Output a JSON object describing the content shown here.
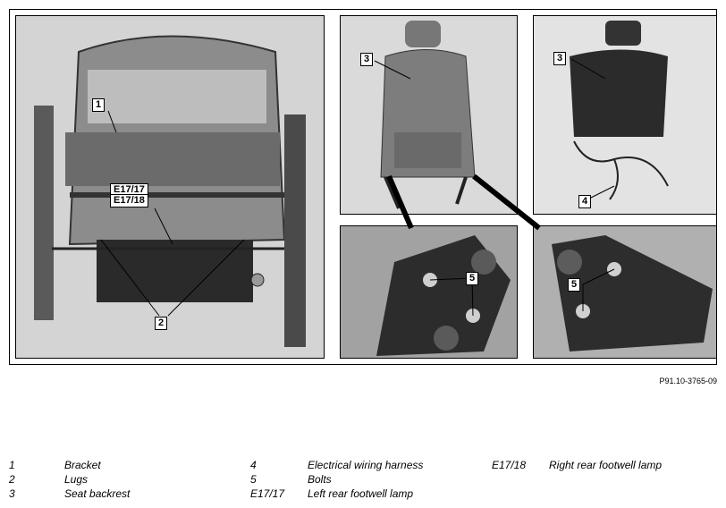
{
  "figure_ref": "P91.10-3765-09",
  "callouts": {
    "bracket": "1",
    "lugs": "2",
    "backrest_a": "3",
    "backrest_b": "3",
    "harness": "4",
    "bolts_a": "5",
    "bolts_b": "5",
    "lamp_l": "E17/17",
    "lamp_r": "E17/18"
  },
  "legend": [
    {
      "num": "1",
      "label": "Bracket"
    },
    {
      "num": "2",
      "label": "Lugs"
    },
    {
      "num": "3",
      "label": "Seat backrest"
    },
    {
      "num": "4",
      "label": "Electrical wiring harness"
    },
    {
      "num": "5",
      "label": "Bolts"
    },
    {
      "num": "E17/17",
      "label": "Left rear footwell lamp"
    },
    {
      "num": "E17/18",
      "label": "Right rear footwell lamp"
    }
  ]
}
